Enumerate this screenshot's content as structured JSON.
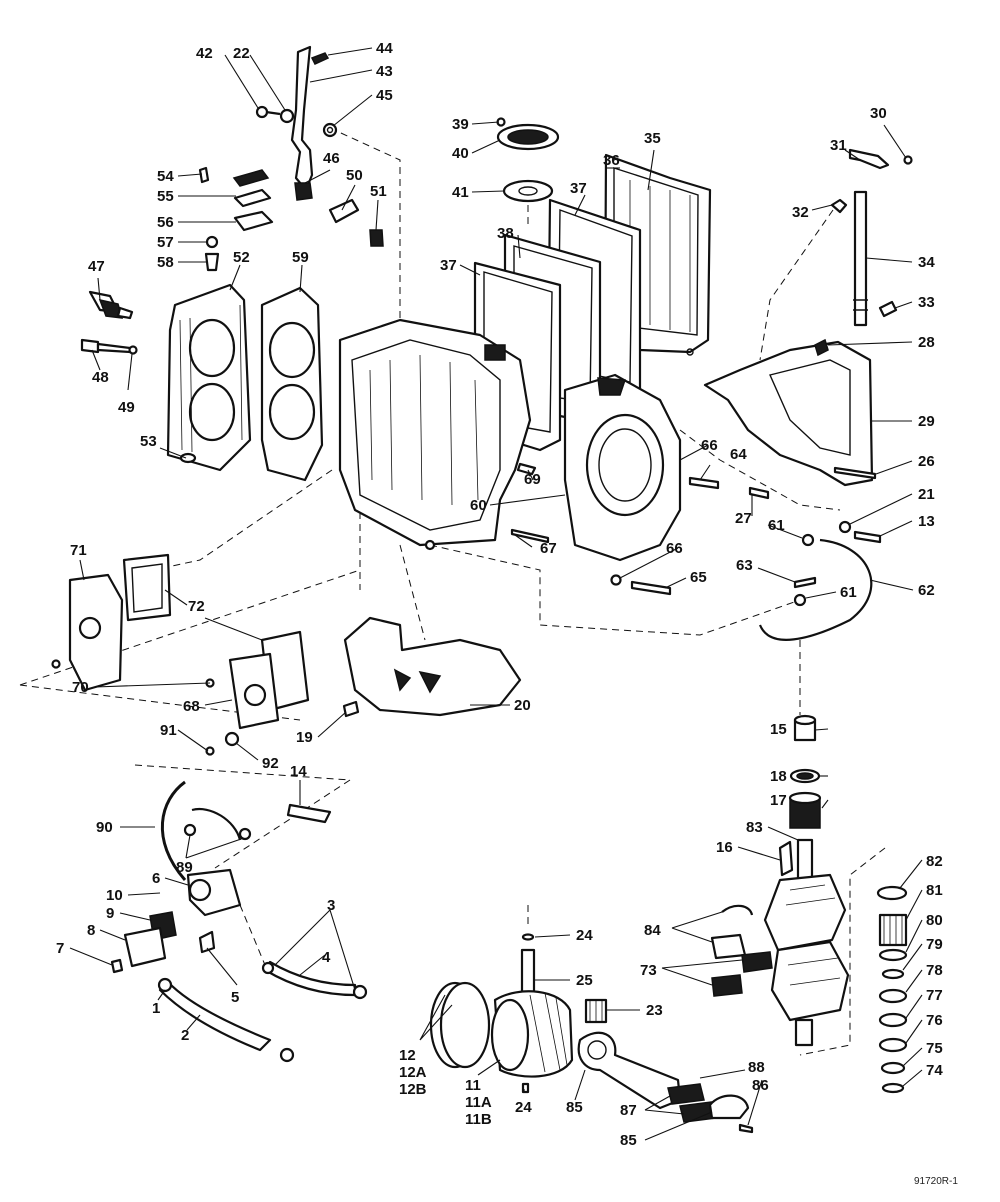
{
  "diagram": {
    "reference_code": "91720R-1",
    "callouts": [
      {
        "id": "c42",
        "label": "42"
      },
      {
        "id": "c22",
        "label": "22"
      },
      {
        "id": "c44",
        "label": "44"
      },
      {
        "id": "c43",
        "label": "43"
      },
      {
        "id": "c45",
        "label": "45"
      },
      {
        "id": "c39",
        "label": "39"
      },
      {
        "id": "c40",
        "label": "40"
      },
      {
        "id": "c41",
        "label": "41"
      },
      {
        "id": "c35",
        "label": "35"
      },
      {
        "id": "c36",
        "label": "36"
      },
      {
        "id": "c37a",
        "label": "37"
      },
      {
        "id": "c38",
        "label": "38"
      },
      {
        "id": "c37b",
        "label": "37"
      },
      {
        "id": "c30",
        "label": "30"
      },
      {
        "id": "c31",
        "label": "31"
      },
      {
        "id": "c32",
        "label": "32"
      },
      {
        "id": "c34",
        "label": "34"
      },
      {
        "id": "c33",
        "label": "33"
      },
      {
        "id": "c28",
        "label": "28"
      },
      {
        "id": "c29",
        "label": "29"
      },
      {
        "id": "c26",
        "label": "26"
      },
      {
        "id": "c21",
        "label": "21"
      },
      {
        "id": "c13",
        "label": "13"
      },
      {
        "id": "c54",
        "label": "54"
      },
      {
        "id": "c55",
        "label": "55"
      },
      {
        "id": "c56",
        "label": "56"
      },
      {
        "id": "c57",
        "label": "57"
      },
      {
        "id": "c58",
        "label": "58"
      },
      {
        "id": "c46",
        "label": "46"
      },
      {
        "id": "c50",
        "label": "50"
      },
      {
        "id": "c51",
        "label": "51"
      },
      {
        "id": "c47",
        "label": "47"
      },
      {
        "id": "c52",
        "label": "52"
      },
      {
        "id": "c59",
        "label": "59"
      },
      {
        "id": "c48",
        "label": "48"
      },
      {
        "id": "c49",
        "label": "49"
      },
      {
        "id": "c53",
        "label": "53"
      },
      {
        "id": "c66a",
        "label": "66"
      },
      {
        "id": "c64",
        "label": "64"
      },
      {
        "id": "c69",
        "label": "69"
      },
      {
        "id": "c60",
        "label": "60"
      },
      {
        "id": "c27",
        "label": "27"
      },
      {
        "id": "c61a",
        "label": "61"
      },
      {
        "id": "c67",
        "label": "67"
      },
      {
        "id": "c66b",
        "label": "66"
      },
      {
        "id": "c65",
        "label": "65"
      },
      {
        "id": "c63",
        "label": "63"
      },
      {
        "id": "c61b",
        "label": "61"
      },
      {
        "id": "c62",
        "label": "62"
      },
      {
        "id": "c71",
        "label": "71"
      },
      {
        "id": "c72",
        "label": "72"
      },
      {
        "id": "c70",
        "label": "70"
      },
      {
        "id": "c68",
        "label": "68"
      },
      {
        "id": "c20",
        "label": "20"
      },
      {
        "id": "c19",
        "label": "19"
      },
      {
        "id": "c15",
        "label": "15"
      },
      {
        "id": "c18",
        "label": "18"
      },
      {
        "id": "c17",
        "label": "17"
      },
      {
        "id": "c83",
        "label": "83"
      },
      {
        "id": "c16",
        "label": "16"
      },
      {
        "id": "c91",
        "label": "91"
      },
      {
        "id": "c92",
        "label": "92"
      },
      {
        "id": "c14",
        "label": "14"
      },
      {
        "id": "c90",
        "label": "90"
      },
      {
        "id": "c89",
        "label": "89"
      },
      {
        "id": "c82",
        "label": "82"
      },
      {
        "id": "c81",
        "label": "81"
      },
      {
        "id": "c80",
        "label": "80"
      },
      {
        "id": "c79",
        "label": "79"
      },
      {
        "id": "c78",
        "label": "78"
      },
      {
        "id": "c77",
        "label": "77"
      },
      {
        "id": "c76",
        "label": "76"
      },
      {
        "id": "c75",
        "label": "75"
      },
      {
        "id": "c74",
        "label": "74"
      },
      {
        "id": "c6",
        "label": "6"
      },
      {
        "id": "c10",
        "label": "10"
      },
      {
        "id": "c9",
        "label": "9"
      },
      {
        "id": "c8",
        "label": "8"
      },
      {
        "id": "c7",
        "label": "7"
      },
      {
        "id": "c5",
        "label": "5"
      },
      {
        "id": "c3",
        "label": "3"
      },
      {
        "id": "c4",
        "label": "4"
      },
      {
        "id": "c1",
        "label": "1"
      },
      {
        "id": "c2",
        "label": "2"
      },
      {
        "id": "c24a",
        "label": "24"
      },
      {
        "id": "c25",
        "label": "25"
      },
      {
        "id": "c23",
        "label": "23"
      },
      {
        "id": "c84",
        "label": "84"
      },
      {
        "id": "c73",
        "label": "73"
      },
      {
        "id": "c12",
        "label": "12"
      },
      {
        "id": "c12A",
        "label": "12A"
      },
      {
        "id": "c12B",
        "label": "12B"
      },
      {
        "id": "c11",
        "label": "11"
      },
      {
        "id": "c11A",
        "label": "11A"
      },
      {
        "id": "c11B",
        "label": "11B"
      },
      {
        "id": "c24b",
        "label": "24"
      },
      {
        "id": "c85a",
        "label": "85"
      },
      {
        "id": "c87",
        "label": "87"
      },
      {
        "id": "c88",
        "label": "88"
      },
      {
        "id": "c86",
        "label": "86"
      },
      {
        "id": "c85b",
        "label": "85"
      }
    ]
  }
}
